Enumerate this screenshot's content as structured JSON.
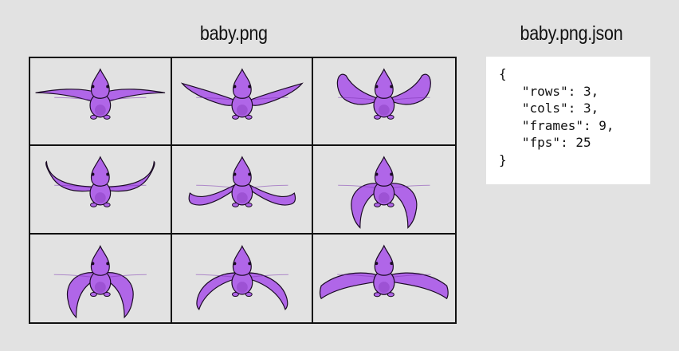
{
  "sheet": {
    "title": "baby.png",
    "rows": 3,
    "cols": 3,
    "frames": [
      {
        "frame": 1,
        "wing_pose": "spread-flat"
      },
      {
        "frame": 2,
        "wing_pose": "spread-up-tips"
      },
      {
        "frame": 3,
        "wing_pose": "raised"
      },
      {
        "frame": 4,
        "wing_pose": "curved-up"
      },
      {
        "frame": 5,
        "wing_pose": "low-curved"
      },
      {
        "frame": 6,
        "wing_pose": "folded-down"
      },
      {
        "frame": 7,
        "wing_pose": "folded-down"
      },
      {
        "frame": 8,
        "wing_pose": "drooping"
      },
      {
        "frame": 9,
        "wing_pose": "spread-flat-down"
      }
    ]
  },
  "json_panel": {
    "title": "baby.png.json",
    "lines": [
      "{",
      "   \"rows\": 3,",
      "   \"cols\": 3,",
      "   \"frames\": 9,",
      "   \"fps\": 25",
      "}"
    ]
  },
  "colors": {
    "background": "#e2e2e2",
    "creature_fill": "#b066e8",
    "creature_shadow": "#7a2fb0",
    "outline": "#1a0a24"
  }
}
